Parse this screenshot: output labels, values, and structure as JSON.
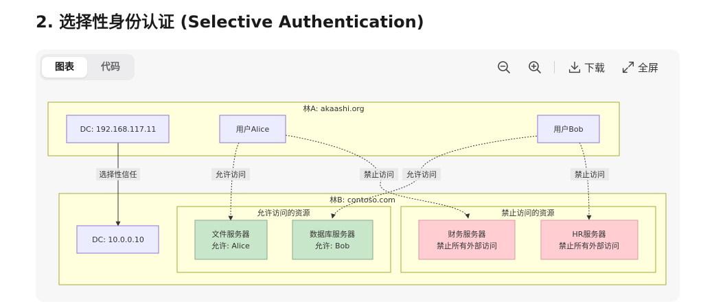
{
  "heading": "2. 选择性身份认证 (Selective Authentication)",
  "tabs": [
    {
      "label": "图表",
      "active": true
    },
    {
      "label": "代码",
      "active": false
    }
  ],
  "toolbar": {
    "zoom_out_icon": "zoom-out-icon",
    "zoom_in_icon": "zoom-in-icon",
    "download_label": "下载",
    "fullscreen_label": "全屏"
  },
  "diagram": {
    "forest_a": {
      "title": "林A: akaashi.org",
      "dc": "DC: 192.168.117.11",
      "user_alice": "用户Alice",
      "user_bob": "用户Bob"
    },
    "forest_b": {
      "title": "林B: contoso.com",
      "dc": "DC: 10.0.0.10",
      "allowed_group": {
        "title": "允许访问的资源",
        "file_server": {
          "line1": "文件服务器",
          "line2": "允许: Alice"
        },
        "db_server": {
          "line1": "数据库服务器",
          "line2": "允许: Bob"
        }
      },
      "denied_group": {
        "title": "禁止访问的资源",
        "finance_server": {
          "line1": "财务服务器",
          "line2": "禁止所有外部访问"
        },
        "hr_server": {
          "line1": "HR服务器",
          "line2": "禁止所有外部访问"
        }
      }
    },
    "edges": {
      "trust": "选择性信任",
      "alice_allow": "允许访问",
      "alice_deny": "禁止访问",
      "bob_allow": "允许访问",
      "bob_deny": "禁止访问"
    },
    "colors": {
      "cluster_fill": "#ffffde",
      "cluster_stroke": "#aaaa33",
      "node_fill": "#ececff",
      "node_stroke": "#9370db",
      "allow_fill": "#c8e6c9",
      "allow_stroke": "#8aa88a",
      "deny_fill": "#ffcdd2",
      "deny_stroke": "#d59aa0",
      "edge": "#333333"
    }
  }
}
